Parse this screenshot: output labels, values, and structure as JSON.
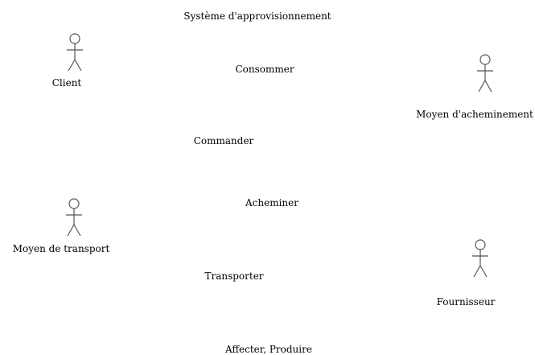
{
  "diagram": {
    "type": "use-case",
    "system_title": "Système d'approvisionnement",
    "actors": [
      {
        "id": "client",
        "label": "Client"
      },
      {
        "id": "moyen-acheminement",
        "label": "Moyen d'acheminement"
      },
      {
        "id": "moyen-transport",
        "label": "Moyen de transport"
      },
      {
        "id": "fournisseur",
        "label": "Fournisseur"
      }
    ],
    "use_cases": [
      {
        "id": "consommer",
        "label": "Consommer"
      },
      {
        "id": "commander",
        "label": "Commander"
      },
      {
        "id": "acheminer",
        "label": "Acheminer"
      },
      {
        "id": "transporter",
        "label": "Transporter"
      },
      {
        "id": "affecter-produire",
        "label": "Affecter, Produire"
      }
    ],
    "colors": {
      "background": "#ffffff",
      "stroke": "#555555",
      "text": "#000000"
    },
    "icons": {
      "actor": "stick-figure-icon"
    }
  }
}
